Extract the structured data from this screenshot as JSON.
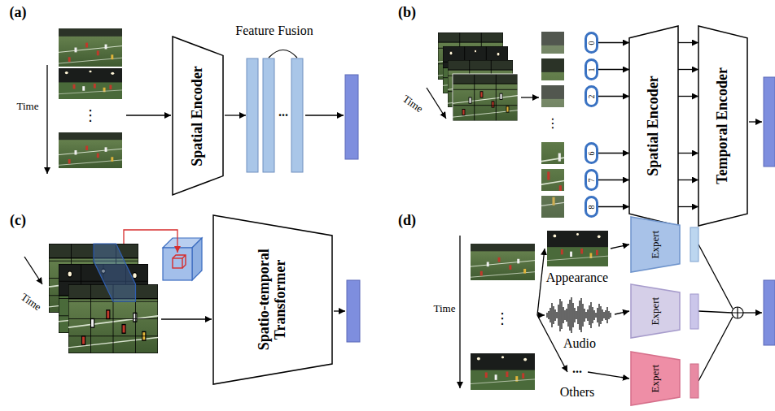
{
  "diagram": {
    "nodes": [
      {
        "text": [
          "Spatial Encoder"
        ]
      },
      {
        "text": [
          "0"
        ]
      },
      {
        "text": [
          "1"
        ]
      },
      {
        "text": [
          "2"
        ]
      },
      {
        "text": [
          "6"
        ]
      },
      {
        "text": [
          "7"
        ]
      },
      {
        "text": [
          "8"
        ]
      },
      {
        "text": [
          "Spatial Encoder"
        ]
      },
      {
        "text": [
          "Temporal Encoder"
        ]
      },
      {
        "text": [
          "Spatio-temporal Transformer"
        ]
      },
      {
        "text": [
          "Expert"
        ]
      },
      {
        "text": [
          "Expert"
        ]
      },
      {
        "text": [
          "Expert"
        ]
      }
    ],
    "edges": [
      {
        "from": 1,
        "to": 7,
        "arrow": "to"
      },
      {
        "from": 2,
        "to": 7,
        "arrow": "to"
      },
      {
        "from": 3,
        "to": 7,
        "arrow": "to"
      },
      {
        "from": 4,
        "to": 7,
        "arrow": "to"
      },
      {
        "from": 5,
        "to": 7,
        "arrow": "to"
      },
      {
        "from": 6,
        "to": 7,
        "arrow": "to"
      },
      {
        "from": 7,
        "to": 8,
        "arrow": "to"
      },
      {
        "from": 7,
        "to": 8,
        "arrow": "to"
      },
      {
        "from": 7,
        "to": 8,
        "arrow": "to"
      },
      {
        "from": 7,
        "to": 8,
        "arrow": "to"
      },
      {
        "from": 7,
        "to": 8,
        "arrow": "to"
      },
      {
        "from": 7,
        "to": 8,
        "arrow": "to"
      }
    ],
    "labels": [
      "(a)",
      "Time",
      "⋮",
      "Feature Fusion",
      "...",
      "(b)",
      "Time",
      "⋮",
      "(c)",
      "Time",
      "(d)",
      "Time",
      "⋮",
      "Appearance",
      "Audio",
      "...",
      "Others"
    ]
  }
}
